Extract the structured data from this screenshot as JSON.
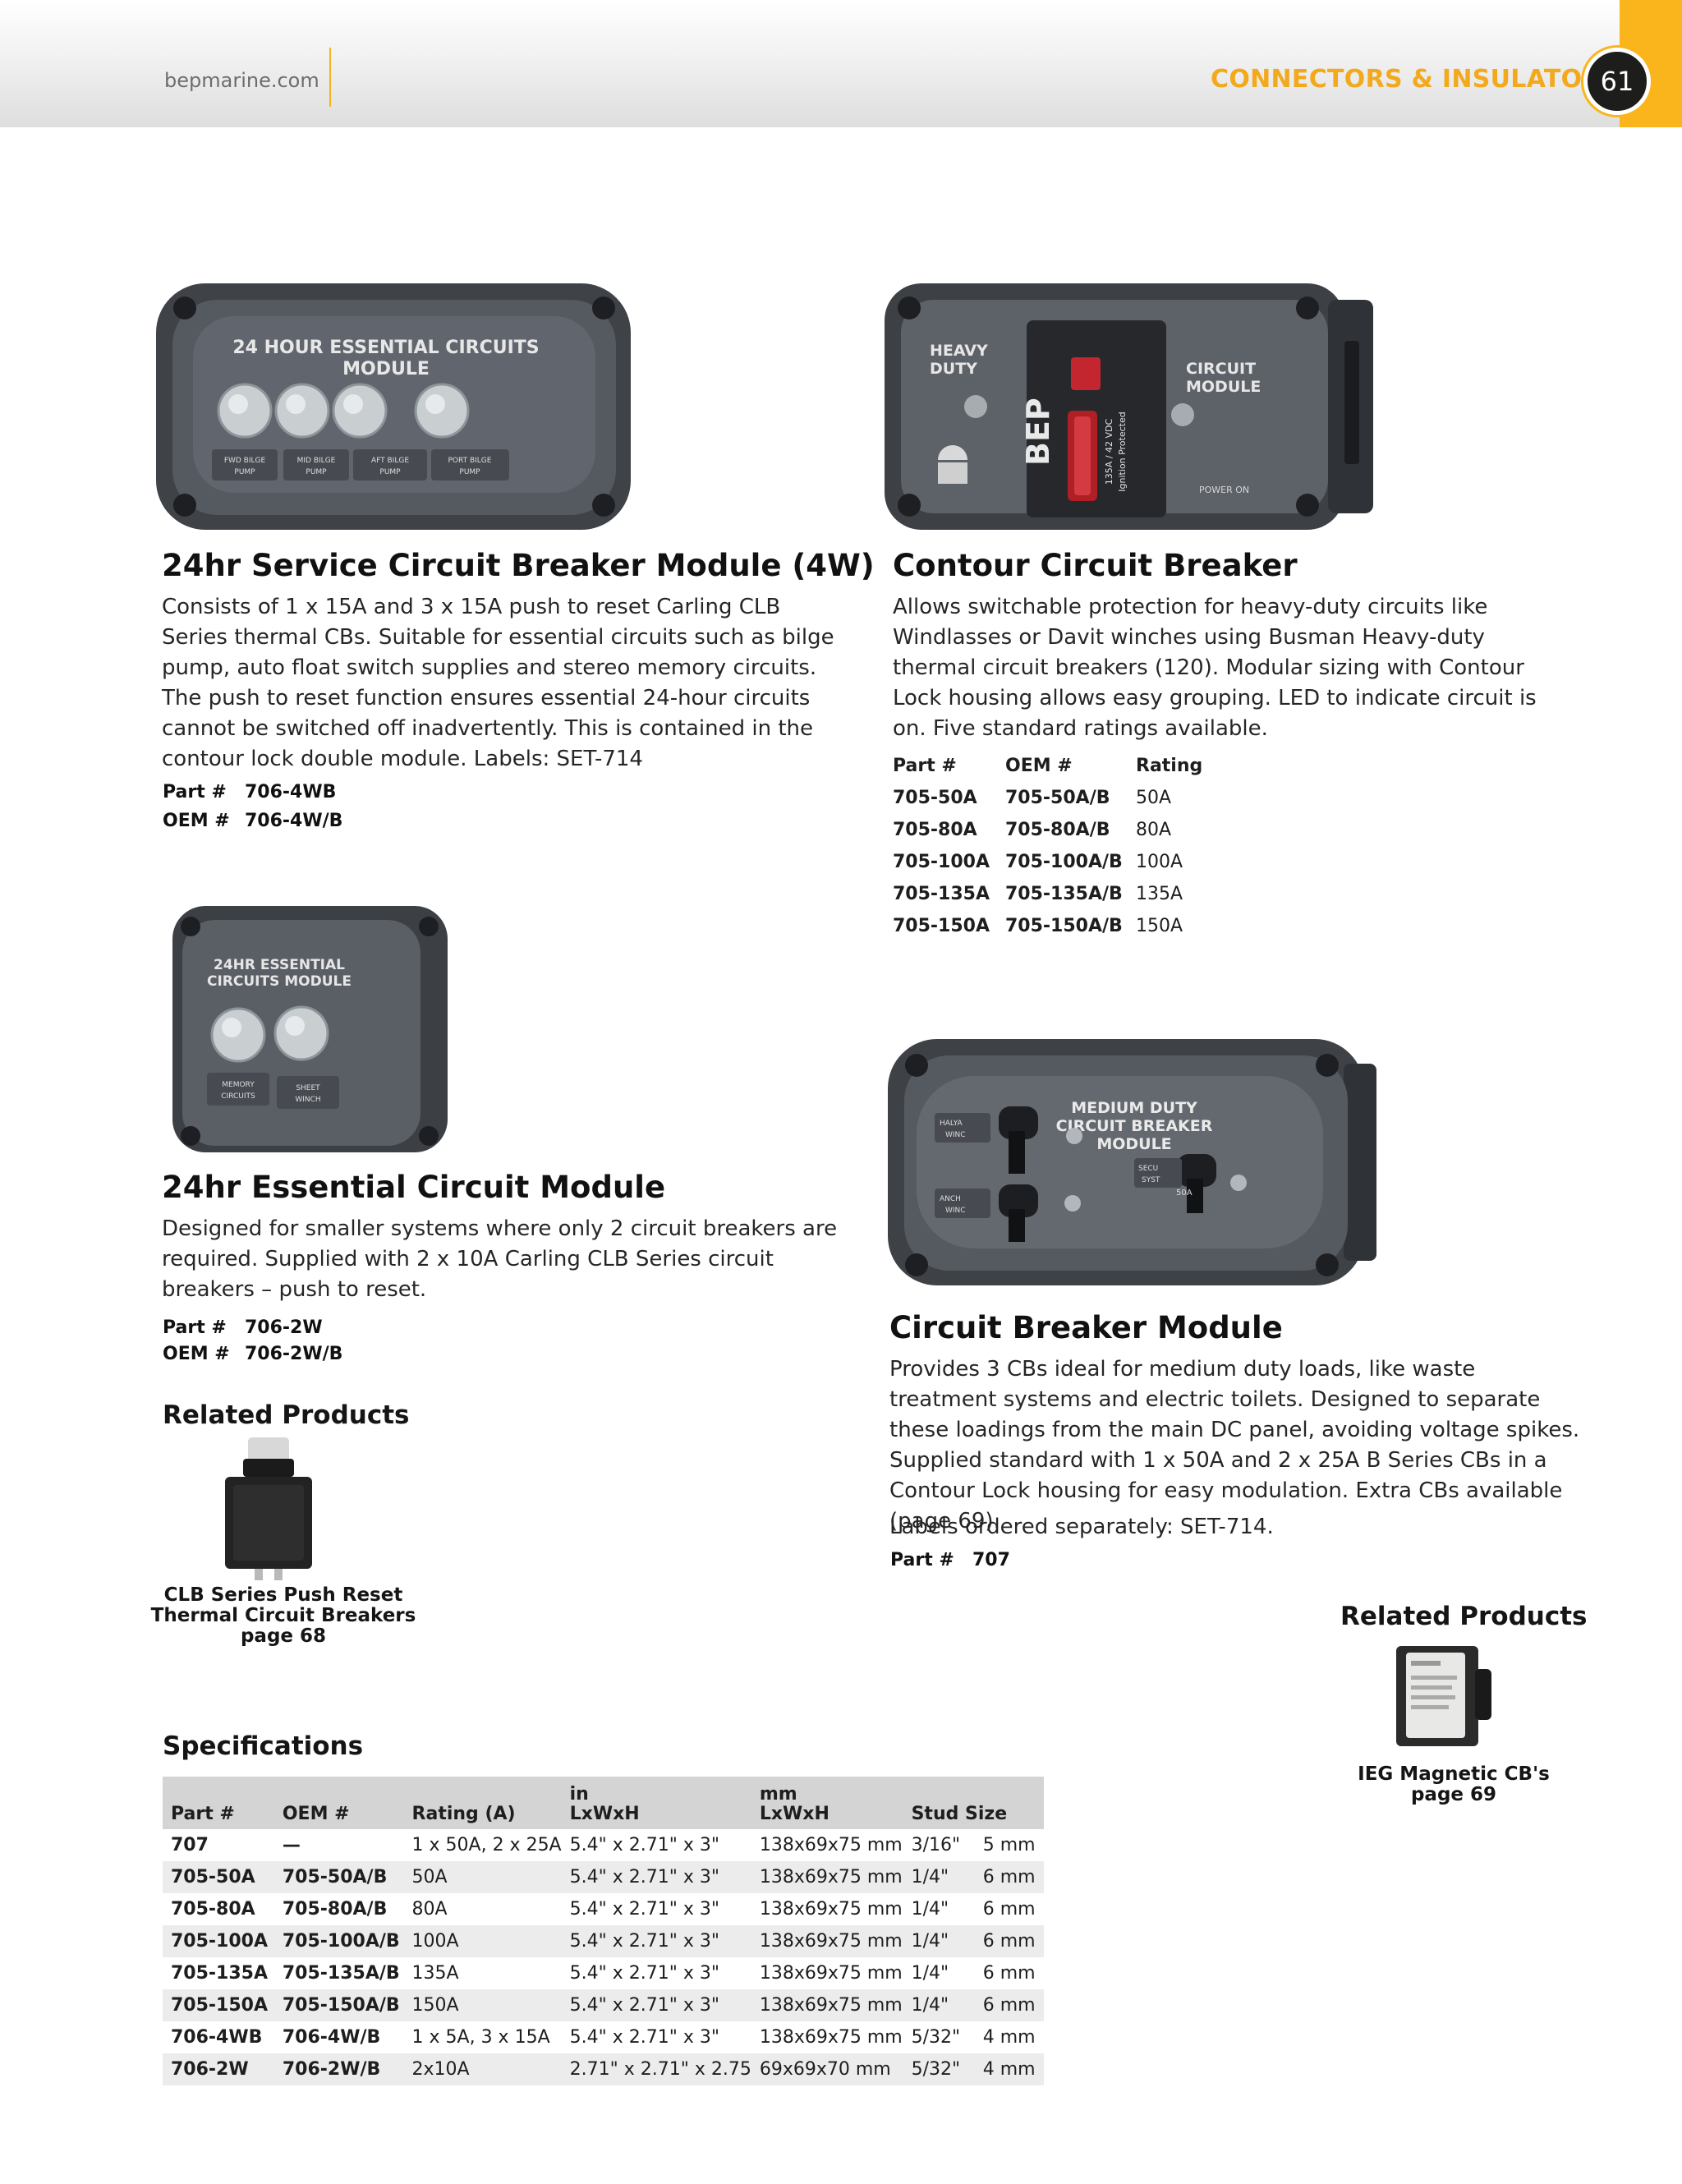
{
  "header": {
    "site": "bepmarine.com",
    "section": "CONNECTORS & INSULATORS",
    "page_number": "61"
  },
  "products": {
    "p4w": {
      "title": "24hr Service Circuit Breaker Module (4W)",
      "description": "Consists of 1 x 15A and 3 x 15A push to reset Carling CLB Series thermal CBs. Suitable for essential circuits such as bilge pump, auto float switch supplies and stereo memory circuits. The push to reset function ensures essential 24-hour circuits cannot be switched off inadvertently. This is contained in the contour lock double module. Labels: SET-714",
      "part_label": "Part #",
      "part": "706-4WB",
      "oem_label": "OEM #",
      "oem": "706-4W/B",
      "image_text": {
        "title": "24 HOUR ESSENTIAL CIRCUITS",
        "subtitle": "MODULE",
        "labels": [
          [
            "FWD BILGE",
            "PUMP"
          ],
          [
            "MID BILGE",
            "PUMP"
          ],
          [
            "AFT BILGE",
            "PUMP"
          ],
          [
            "PORT BILGE",
            "PUMP"
          ]
        ]
      }
    },
    "contour": {
      "title": "Contour Circuit Breaker",
      "description": "Allows switchable protection for heavy-duty circuits like Windlasses or Davit winches using Busman Heavy-duty thermal circuit breakers (120). Modular sizing with Contour Lock housing allows easy grouping. LED to indicate circuit is on. Five standard ratings available.",
      "table_headers": [
        "Part #",
        "OEM #",
        "Rating"
      ],
      "rows": [
        [
          "705-50A",
          "705-50A/B",
          "50A"
        ],
        [
          "705-80A",
          "705-80A/B",
          "80A"
        ],
        [
          "705-100A",
          "705-100A/B",
          "100A"
        ],
        [
          "705-135A",
          "705-135A/B",
          "135A"
        ],
        [
          "705-150A",
          "705-150A/B",
          "150A"
        ]
      ],
      "image_text": {
        "left_label": [
          "HEAVY",
          "DUTY"
        ],
        "right_label": [
          "CIRCUIT",
          "MODULE"
        ],
        "brand": "BEP",
        "rating": "135A / 42 VDC",
        "rating_sub": "Ignition Protected",
        "power": "POWER ON"
      }
    },
    "p2w": {
      "title": "24hr Essential Circuit Module",
      "description": "Designed for smaller systems where only 2 circuit breakers are required. Supplied with 2 x 10A Carling CLB Series circuit breakers – push to reset.",
      "part_label": "Part #",
      "part": "706-2W",
      "oem_label": "OEM #",
      "oem": "706-2W/B",
      "image_text": {
        "title": [
          "24HR ESSENTIAL",
          "CIRCUITS MODULE"
        ],
        "labels": [
          [
            "MEMORY",
            "CIRCUITS"
          ],
          [
            "SHEET",
            "WINCH"
          ]
        ]
      }
    },
    "cbm": {
      "title": "Circuit Breaker Module",
      "description": "Provides 3 CBs ideal for medium duty loads, like waste treatment systems and electric toilets. Designed to separate these loadings from the main DC panel, avoiding voltage spikes. Supplied standard with 1 x 50A and 2 x 25A B Series CBs in a Contour Lock housing for easy modulation. Extra CBs available (page 69).",
      "labels_note": "Labels ordered separately: SET-714.",
      "part_label": "Part #",
      "part": "707",
      "image_text": {
        "title": [
          "MEDIUM DUTY",
          "CIRCUIT BREAKER",
          "MODULE"
        ],
        "labels": [
          [
            "HALYA",
            "WINC"
          ],
          [
            "ANCH",
            "WINC"
          ],
          [
            "SECU",
            "SYST"
          ]
        ],
        "rating": "50A"
      }
    }
  },
  "related_left": {
    "heading": "Related Products",
    "caption_lines": [
      "CLB Series Push Reset",
      "Thermal Circuit Breakers",
      "page 68"
    ]
  },
  "related_right": {
    "heading": "Related Products",
    "caption_lines": [
      "IEG Magnetic CB's",
      "page 69"
    ]
  },
  "specifications": {
    "heading": "Specifications",
    "headers": [
      {
        "top": "",
        "bottom": "Part #"
      },
      {
        "top": "",
        "bottom": "OEM #"
      },
      {
        "top": "",
        "bottom": "Rating (A)"
      },
      {
        "top": "in",
        "bottom": "LxWxH"
      },
      {
        "top": "mm",
        "bottom": "LxWxH"
      },
      {
        "top": "",
        "bottom": "Stud Size"
      },
      {
        "top": "",
        "bottom": ""
      }
    ],
    "rows": [
      [
        "707",
        "—",
        "1 x 50A, 2 x 25A",
        "5.4\" x 2.71\" x 3\"",
        "138x69x75 mm",
        "3/16\"",
        "5 mm"
      ],
      [
        "705-50A",
        "705-50A/B",
        "50A",
        "5.4\" x 2.71\" x 3\"",
        "138x69x75 mm",
        "1/4\"",
        "6 mm"
      ],
      [
        "705-80A",
        "705-80A/B",
        "80A",
        "5.4\" x 2.71\" x 3\"",
        "138x69x75 mm",
        "1/4\"",
        "6 mm"
      ],
      [
        "705-100A",
        "705-100A/B",
        "100A",
        "5.4\" x 2.71\" x 3\"",
        "138x69x75 mm",
        "1/4\"",
        "6 mm"
      ],
      [
        "705-135A",
        "705-135A/B",
        "135A",
        "5.4\" x 2.71\" x 3\"",
        "138x69x75 mm",
        "1/4\"",
        "6 mm"
      ],
      [
        "705-150A",
        "705-150A/B",
        "150A",
        "5.4\" x 2.71\" x 3\"",
        "138x69x75 mm",
        "1/4\"",
        "6 mm"
      ],
      [
        "706-4WB",
        "706-4W/B",
        "1 x 5A, 3 x 15A",
        "5.4\" x 2.71\" x 3\"",
        "138x69x75 mm",
        "5/32\"",
        "4 mm"
      ],
      [
        "706-2W",
        "706-2W/B",
        "2x10A",
        "2.71\" x 2.71\" x 2.75",
        "69x69x70 mm",
        "5/32\"",
        "4 mm"
      ]
    ]
  },
  "colors": {
    "accent": "#fab51c",
    "section_text": "#f3a91c",
    "housing": "#4b4f55",
    "panel": "#5c6068"
  }
}
